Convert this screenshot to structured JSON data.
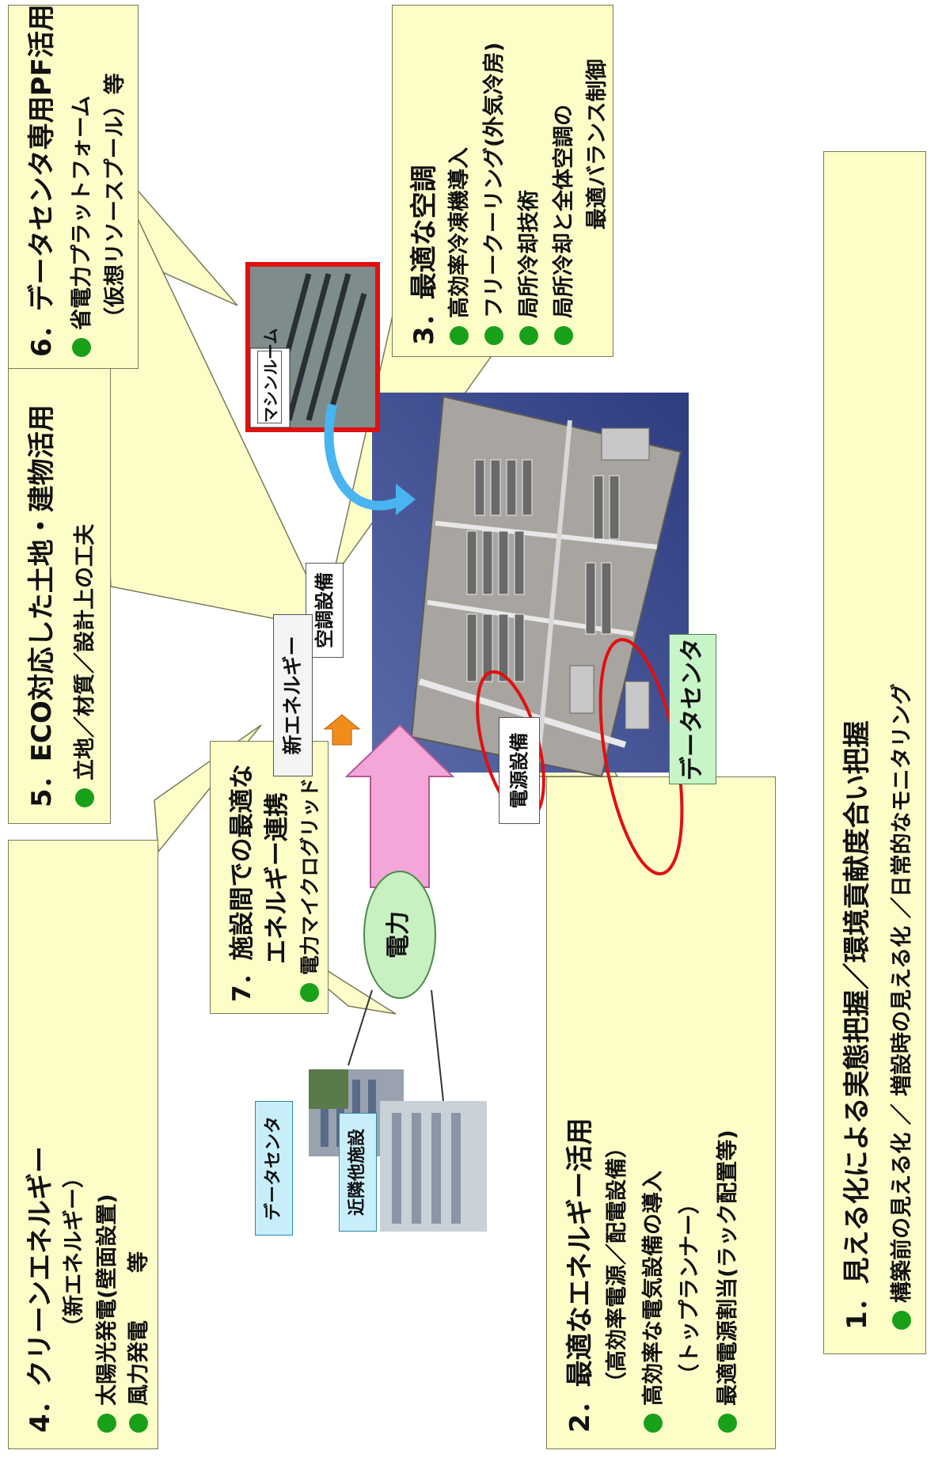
{
  "measures": {
    "m1": {
      "title": "1．見える化による実態把握／環境貢献度合い把握",
      "items": [
        "構築前の見える化 ／ 増設時の見える化 ／日常的なモニタリング"
      ]
    },
    "m2": {
      "title": "2．最適なエネルギー活用",
      "sub": "（高効率電源／配電設備）",
      "items": [
        "高効率な電気設備の導入",
        "最適電源割当(ラック配置等)"
      ],
      "item1_sub": "（トップランナー）"
    },
    "m3": {
      "title": "3．最適な空調",
      "items": [
        "高効率冷凍機導入",
        "フリークーリング(外気冷房)",
        "局所冷却技術",
        "局所冷却と全体空調の"
      ],
      "item4_cont": "最適バランス制御"
    },
    "m4": {
      "title": "4．クリーンエネルギー",
      "sub": "（新エネルギー）",
      "items": [
        "太陽光発電(壁面設置)",
        "風力発電"
      ],
      "etc": "等"
    },
    "m5": {
      "title": "5．ECO対応した土地・建物活用",
      "items": [
        "立地／材質／設計上の工夫"
      ]
    },
    "m6": {
      "title": "6．データセンタ専用PF活用",
      "items": [
        "省電力プラットフォーム"
      ],
      "item_sub": "（仮想リソースプール）等"
    },
    "m7": {
      "title": "7．施設間での最適な",
      "title2": "エネルギー連携",
      "items": [
        "電力マイクログリッド"
      ]
    }
  },
  "labels": {
    "machine_room": "マシンルーム",
    "hvac": "空調設備",
    "new_energy": "新エネルギー",
    "power_equipment": "電源設備",
    "data_center_main": "データセンタ",
    "power": "電力",
    "data_center_ext": "データセンタ",
    "neighbor": "近隣他施設"
  },
  "colors": {
    "callout_fill": "#fdfdc8",
    "bullet": "#19a019",
    "highlight_red": "#e01010",
    "power_arrow": "#f4a6d8",
    "power_oval": "#c8f0c0",
    "label_green": "#c8f5c8",
    "label_cyan": "#c8eefa",
    "orange_arrow": "#f08c1a",
    "blue_arrow": "#48b4f0"
  }
}
